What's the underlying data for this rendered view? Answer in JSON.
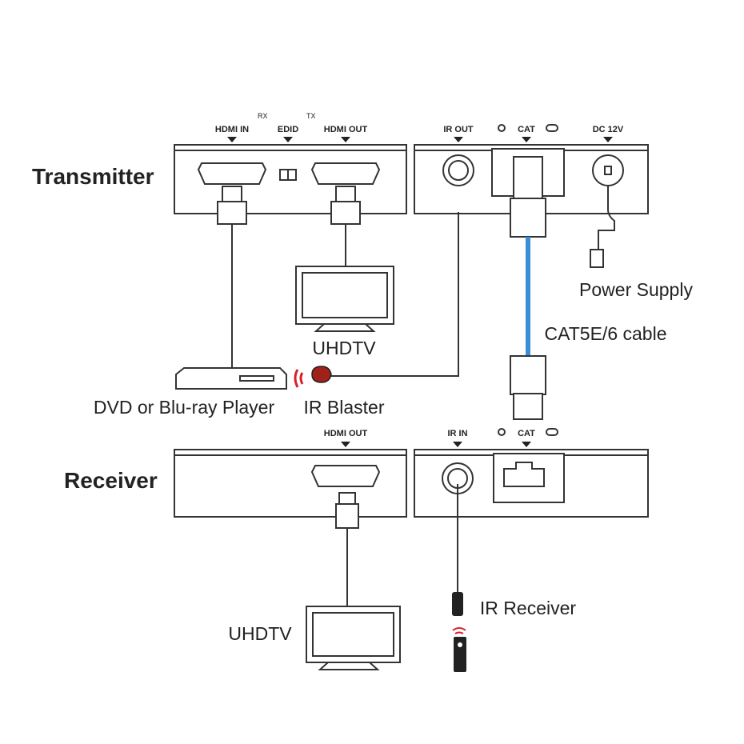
{
  "transmitter": {
    "title": "Transmitter",
    "ports_left": {
      "hdmi_in": "HDMI IN",
      "edid": "EDID",
      "rx": "RX",
      "tx": "TX",
      "hdmi_out": "HDMI OUT"
    },
    "ports_right": {
      "ir_out": "IR OUT",
      "cat": "CAT",
      "dc": "DC 12V"
    }
  },
  "receiver": {
    "title": "Receiver",
    "ports_left": {
      "hdmi_out": "HDMI OUT"
    },
    "ports_right": {
      "ir_in": "IR IN",
      "cat": "CAT"
    }
  },
  "devices": {
    "tv_top": "UHDTV",
    "tv_bottom": "UHDTV",
    "player": "DVD or Blu-ray Player",
    "ir_blaster": "IR Blaster",
    "power_supply": "Power Supply",
    "cable": "CAT5E/6 cable",
    "ir_receiver": "IR Receiver"
  },
  "colors": {
    "cable": "#3a8fd6",
    "ir_blaster": "#a0201a",
    "ir_wave": "#d8202a"
  }
}
